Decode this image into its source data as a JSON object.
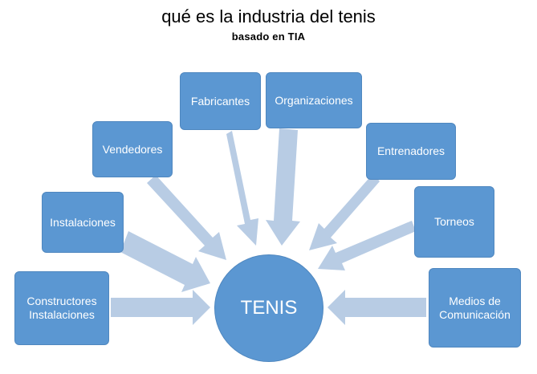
{
  "title": "qué es la industria del tenis",
  "subtitle": "basado en  TIA",
  "center": {
    "label": "TENIS"
  },
  "nodes": [
    {
      "id": "constructores",
      "label": "Constructores\nInstalaciones"
    },
    {
      "id": "instalaciones",
      "label": "Instalaciones"
    },
    {
      "id": "vendedores",
      "label": "Vendedores"
    },
    {
      "id": "fabricantes",
      "label": "Fabricantes"
    },
    {
      "id": "organizaciones",
      "label": "Organizaciones"
    },
    {
      "id": "entrenadores",
      "label": "Entrenadores"
    },
    {
      "id": "torneos",
      "label": "Torneos"
    },
    {
      "id": "medios",
      "label": "Medios de\nComunicación"
    }
  ],
  "colors": {
    "node_fill": "#5b97d2",
    "arrow_fill": "#b8cce4"
  }
}
